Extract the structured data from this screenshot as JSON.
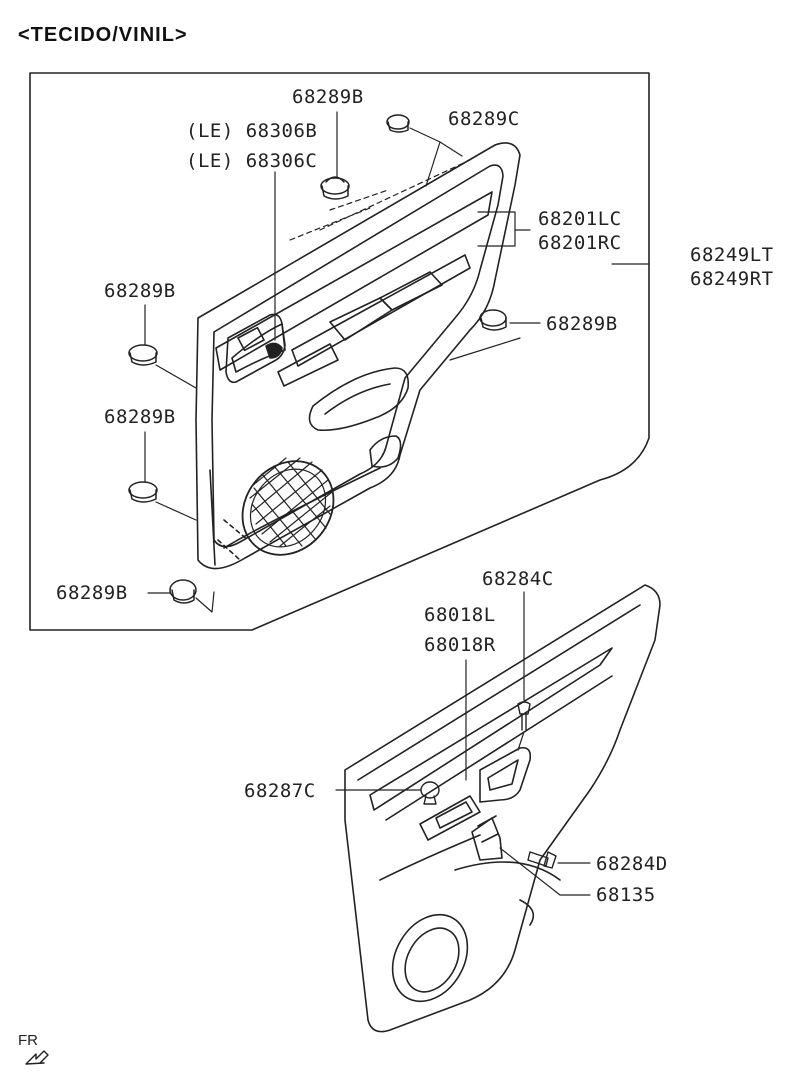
{
  "title": "<TECIDO/VINIL>",
  "direction_label": "FR",
  "labels": {
    "clip_top": "68289B",
    "clip_top_c": "68289C",
    "switch_b": "(LE) 68306B",
    "switch_c": "(LE) 68306C",
    "armrest_l": "68201LC",
    "armrest_r": "68201RC",
    "panel_l": "68249LT",
    "panel_r": "68249RT",
    "clip_left_upper": "68289B",
    "clip_right": "68289B",
    "clip_left_mid": "68289B",
    "clip_bottom": "68289B",
    "screw": "68284C",
    "bracket_l": "68018L",
    "bracket_r": "68018R",
    "clip_c": "68287C",
    "bolt": "68284D",
    "handle": "68135"
  }
}
